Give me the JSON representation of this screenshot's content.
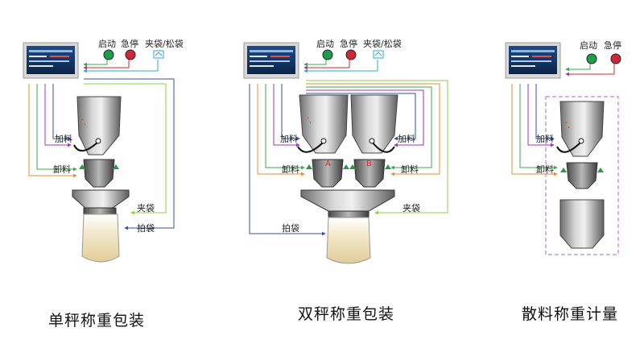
{
  "colors": {
    "start_button": "#1aa04a",
    "stop_button": "#d0263a",
    "wire_blue": "#3a4ea8",
    "wire_green": "#3aa84a",
    "wire_orange": "#e09030",
    "wire_purple": "#9a3ab0",
    "wire_cyan": "#30a8d0",
    "wire_lightgreen": "#8ad040",
    "bag_fill": "#f2e4c4",
    "enclosure_dash": "#c080d0"
  },
  "panels": [
    {
      "caption": "单秤称重包装",
      "controls": {
        "start": "启动",
        "stop": "急停",
        "clamp": "夹袋/松袋"
      },
      "labels": {
        "feed": "加料",
        "discharge": "卸料",
        "clamp": "夹袋",
        "pat": "拍袋"
      }
    },
    {
      "caption": "双秤称重包装",
      "controls": {
        "start": "启动",
        "stop": "急停",
        "clamp": "夹袋/松袋"
      },
      "labels": {
        "feed": "加料",
        "feed_right": "加料",
        "discharge": "卸料",
        "discharge_right": "卸料",
        "clamp": "夹袋",
        "pat": "拍袋",
        "scale_a": "A",
        "scale_b": "B"
      }
    },
    {
      "caption": "散料称重计量",
      "controls": {
        "start": "启动",
        "stop": "急停"
      },
      "labels": {
        "feed": "加料",
        "discharge": "卸料"
      }
    }
  ]
}
